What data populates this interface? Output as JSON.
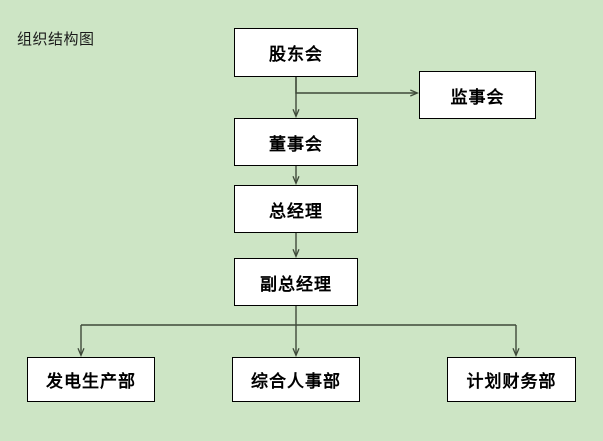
{
  "title": "组织结构图",
  "colors": {
    "background": "#cde5c5",
    "box_fill": "#ffffff",
    "box_border": "#000000",
    "connector": "#3f4a3a",
    "text": "#000000"
  },
  "nodes": {
    "shareholders": "股东会",
    "supervisors": "监事会",
    "directors": "董事会",
    "general_manager": "总经理",
    "deputy_general_manager": "副总经理",
    "power_generation_dept": "发电生产部",
    "human_resources_dept": "综合人事部",
    "finance_dept": "计划财务部"
  },
  "edges": [
    {
      "from": "股东会",
      "to": "监事会",
      "style": "elbow-right-arrow"
    },
    {
      "from": "股东会",
      "to": "董事会",
      "style": "vertical-arrow"
    },
    {
      "from": "董事会",
      "to": "总经理",
      "style": "vertical-arrow"
    },
    {
      "from": "总经理",
      "to": "副总经理",
      "style": "vertical-arrow"
    },
    {
      "from": "副总经理",
      "to": "发电生产部",
      "style": "branch-arrow"
    },
    {
      "from": "副总经理",
      "to": "综合人事部",
      "style": "branch-arrow"
    },
    {
      "from": "副总经理",
      "to": "计划财务部",
      "style": "branch-arrow"
    }
  ]
}
